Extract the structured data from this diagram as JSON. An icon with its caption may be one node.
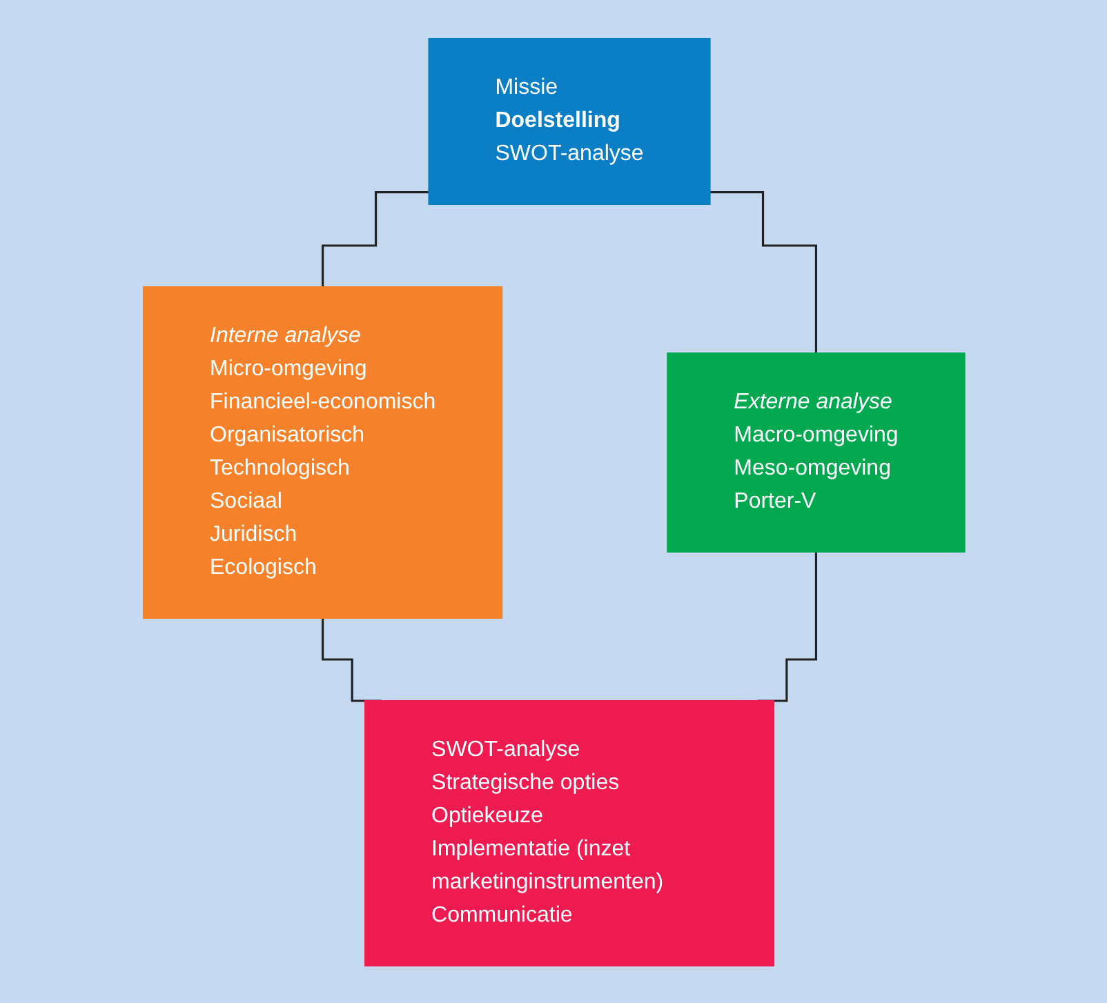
{
  "diagram": {
    "nodes": [
      {
        "text": [
          "Missie",
          "Doelstelling",
          "SWOT-analyse"
        ]
      },
      {
        "text": [
          "Interne analyse",
          "Micro-omgeving",
          "Financieel-economisch",
          "Organisatorisch",
          "Technologisch",
          "Sociaal",
          "Juridisch",
          "Ecologisch"
        ]
      },
      {
        "text": [
          "Externe analyse",
          "Macro-omgeving",
          "Meso-omgeving",
          "Porter-V"
        ]
      },
      {
        "text": [
          "SWOT-analyse",
          "Strategische opties",
          "Optiekeuze",
          "Implementatie (inzet marketinginstrumenten)",
          "Communicatie"
        ]
      }
    ],
    "edges": [
      {
        "from": 0,
        "to": 1,
        "arrow": "none"
      },
      {
        "from": 0,
        "to": 2,
        "arrow": "none"
      },
      {
        "from": 1,
        "to": 3,
        "arrow": "none"
      },
      {
        "from": 2,
        "to": 3,
        "arrow": "none"
      }
    ]
  }
}
